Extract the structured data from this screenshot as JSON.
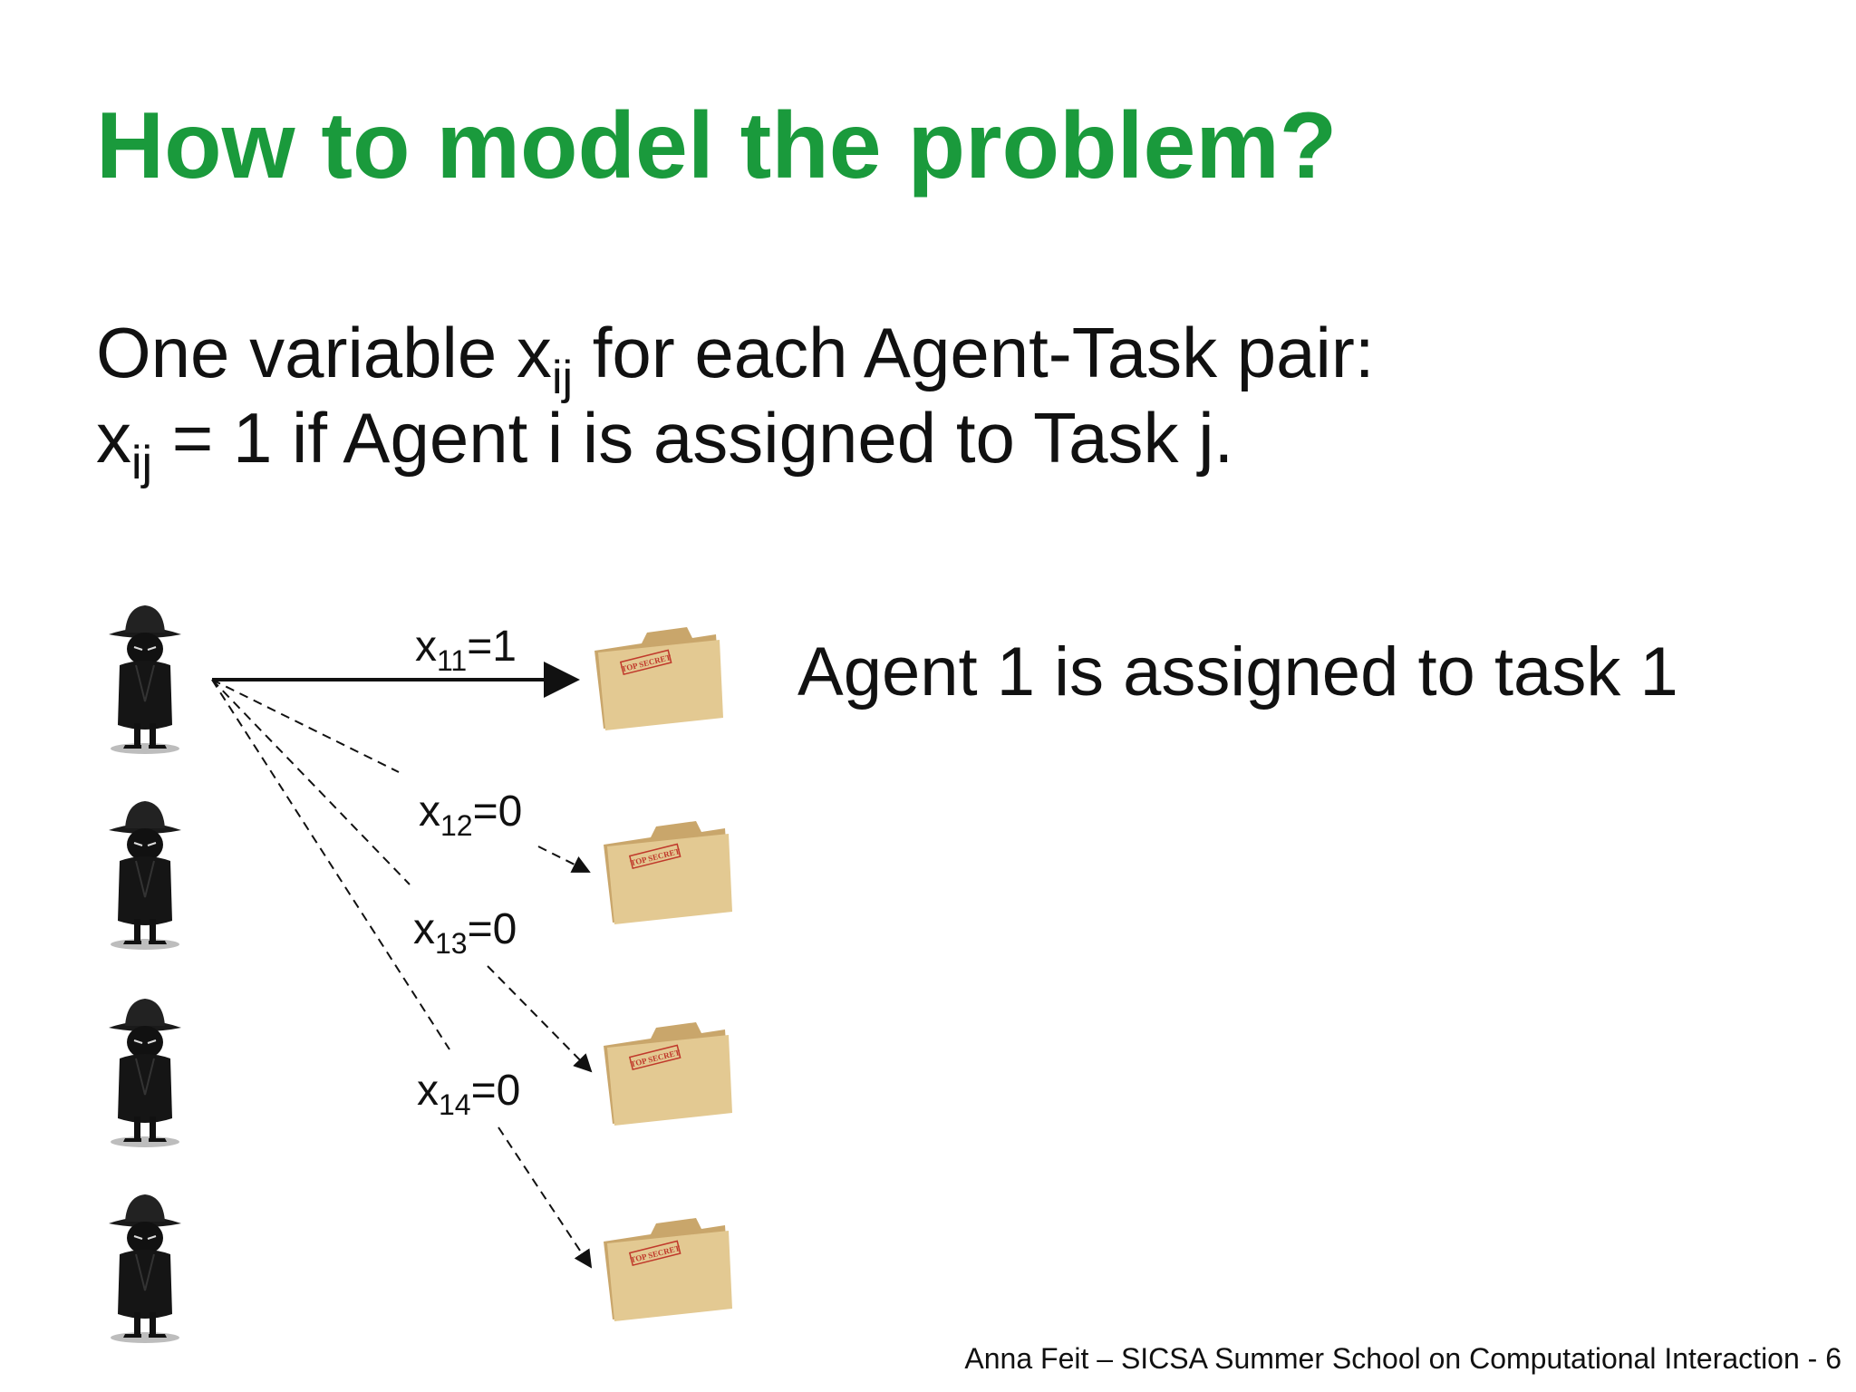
{
  "slide": {
    "title": "How to model the problem?",
    "line1": {
      "before": "One variable x",
      "sub": "ij",
      "after": " for each Agent-Task pair:"
    },
    "line2": {
      "before": "x",
      "sub": "ij",
      "after": " = 1 if Agent i is assigned to Task j."
    },
    "statement": "Agent 1 is assigned to task 1",
    "footer": "Anna Feit – SICSA Summer School on Computational Interaction - 6"
  },
  "diagram": {
    "agent_icon": "spy-agent-icon",
    "folder_icon": "top-secret-folder-icon",
    "folder_stamp": "TOP SECRET",
    "variables": [
      {
        "base": "x",
        "sub": "11",
        "value": "=1",
        "style": "solid"
      },
      {
        "base": "x",
        "sub": "12",
        "value": "=0",
        "style": "dashed"
      },
      {
        "base": "x",
        "sub": "13",
        "value": "=0",
        "style": "dashed"
      },
      {
        "base": "x",
        "sub": "14",
        "value": "=0",
        "style": "dashed"
      }
    ]
  }
}
